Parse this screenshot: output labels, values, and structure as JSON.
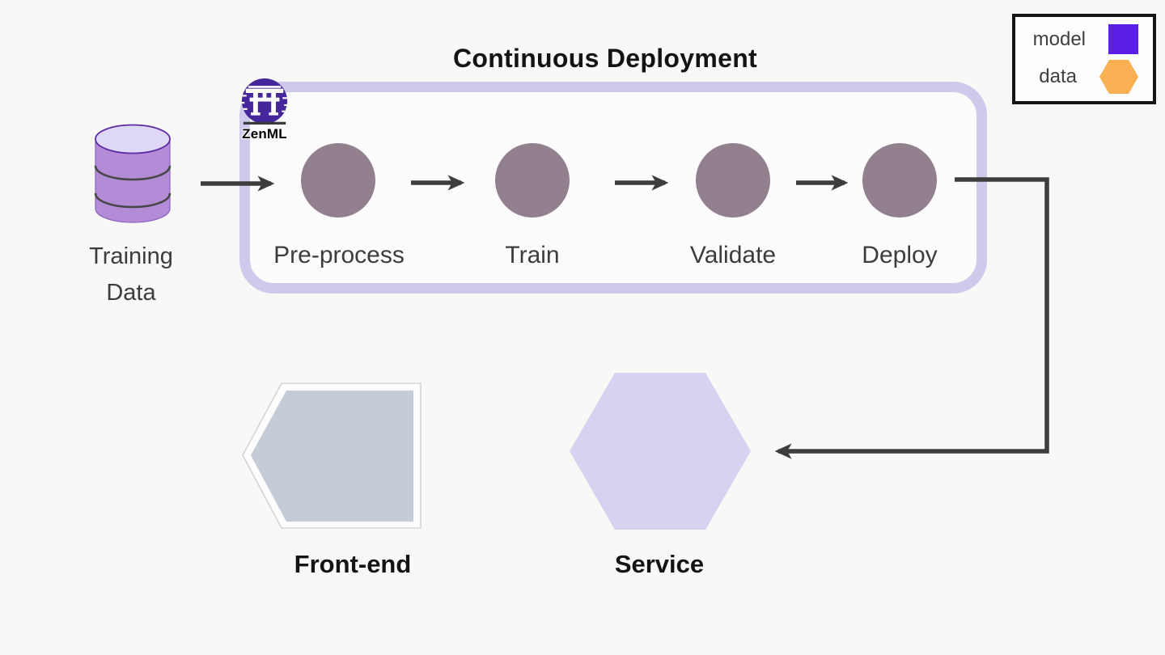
{
  "title": "Continuous Deployment",
  "brand": {
    "name": "ZenML"
  },
  "source": {
    "label": "Training Data",
    "line1": "Training",
    "line2": "Data"
  },
  "pipeline": {
    "steps": [
      {
        "label": "Pre-process"
      },
      {
        "label": "Train"
      },
      {
        "label": "Validate"
      },
      {
        "label": "Deploy"
      }
    ]
  },
  "outputs": {
    "frontend": {
      "label": "Front-end"
    },
    "service": {
      "label": "Service"
    }
  },
  "legend": {
    "items": [
      {
        "label": "model",
        "shape": "square",
        "color": "#5a1ee6"
      },
      {
        "label": "data",
        "shape": "hexagon",
        "color": "#f9b053"
      }
    ]
  },
  "colors": {
    "background": "#f8f8f7",
    "pipeline_border": "#cdcaec",
    "step_node": "#92808e",
    "arrow": "#3d3d3d",
    "cylinder_body": "#b48bd6",
    "cylinder_top": "#dcd8f5",
    "frontend_fill": "#c3ccd7",
    "service_fill": "#d5d3f0",
    "zenml_purple": "#46279b",
    "legend_border": "#161616"
  }
}
